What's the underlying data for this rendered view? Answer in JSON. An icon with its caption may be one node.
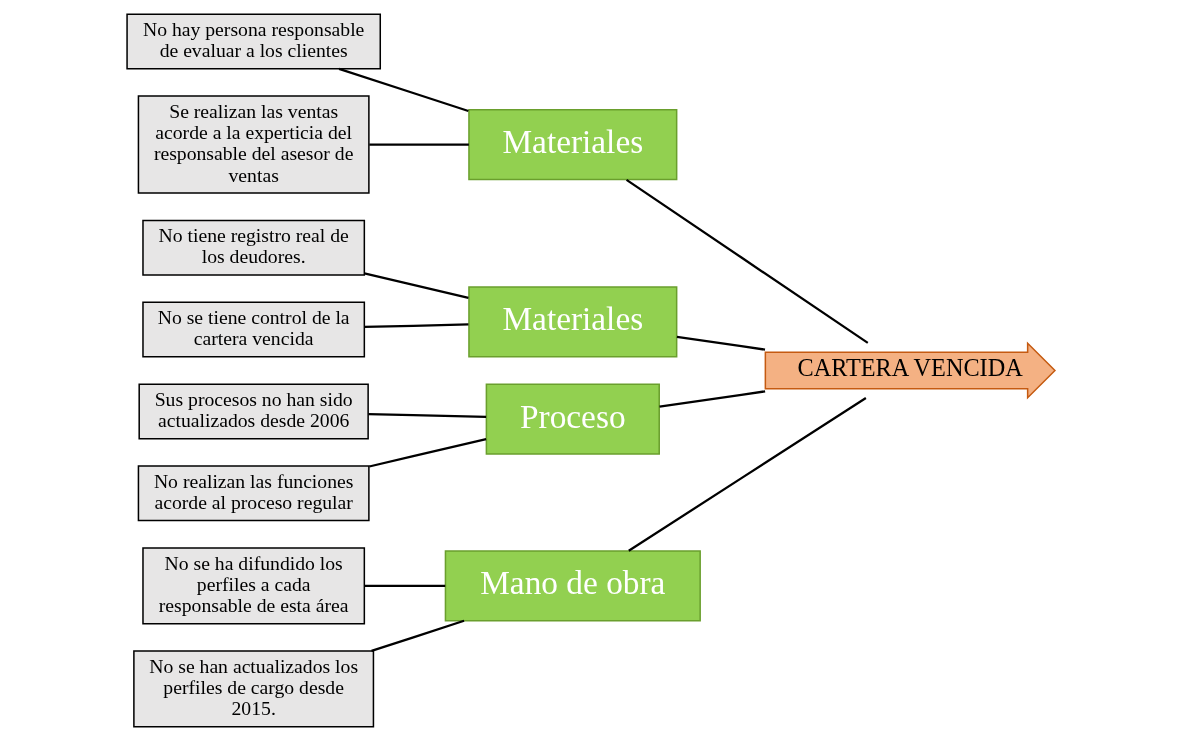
{
  "diagram": {
    "nodes": [
      {
        "text": [
          "Mano de obra"
        ]
      },
      {
        "text": [
          "No se ha difundido los perfiles a cada responsable de esta área"
        ]
      },
      {
        "text": [
          "No se han actualizados los perfiles de cargo desde 2015."
        ]
      },
      {
        "text": [
          "Materiales"
        ]
      },
      {
        "text": [
          "No hay persona responsable de evaluar a los clientes"
        ]
      },
      {
        "text": [
          "Se realizan las ventas acorde a la experticia del responsable del asesor de ventas"
        ]
      },
      {
        "text": [
          "CARTERA VENCIDA"
        ]
      },
      {
        "text": [
          "No tiene registro real de los deudores."
        ]
      },
      {
        "text": [
          "Sus procesos no han sido actualizados desde 2006"
        ]
      },
      {
        "text": [
          "No realizan las funciones acorde al proceso regular"
        ]
      },
      {
        "text": [
          "No se tiene control de la cartera vencida"
        ]
      },
      {
        "text": [
          "Materiales"
        ]
      },
      {
        "text": [
          "Proceso"
        ]
      }
    ],
    "edges": [
      {
        "from": 1,
        "to": 0,
        "arrow": "none"
      },
      {
        "from": 2,
        "to": 0,
        "arrow": "none"
      },
      {
        "from": 4,
        "to": 3,
        "arrow": "none"
      },
      {
        "from": 5,
        "to": 3,
        "arrow": "none"
      },
      {
        "from": 0,
        "to": 6,
        "arrow": "none"
      },
      {
        "from": 3,
        "to": 6,
        "arrow": "none"
      },
      {
        "from": 7,
        "to": 11,
        "arrow": "none"
      },
      {
        "from": 10,
        "to": 11,
        "arrow": "none"
      },
      {
        "from": 8,
        "to": 12,
        "arrow": "none"
      },
      {
        "from": 9,
        "to": 12,
        "arrow": "none"
      },
      {
        "from": 11,
        "to": 6,
        "arrow": "none"
      },
      {
        "from": 12,
        "to": 6,
        "arrow": "none"
      }
    ]
  }
}
